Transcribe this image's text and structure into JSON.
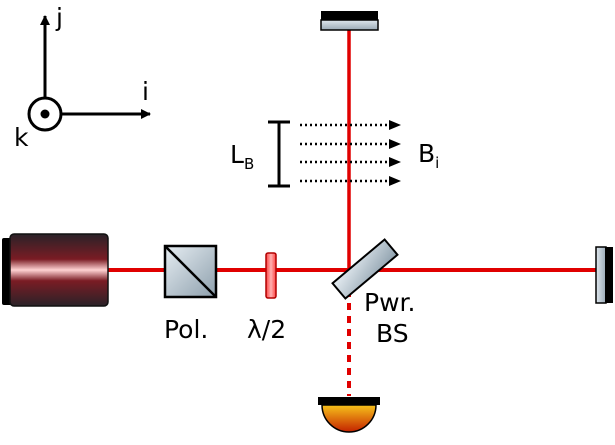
{
  "axes": {
    "j": "j",
    "i": "i",
    "k": "k"
  },
  "field_region": {
    "length_label": "L",
    "length_sub": "B",
    "field_label": "B",
    "field_sub": "i"
  },
  "components": {
    "polarizer": "Pol.",
    "waveplate": "λ/2",
    "beamsplitter_line1": "Pwr.",
    "beamsplitter_line2": "BS"
  },
  "colors": {
    "beam": "#e00000",
    "laser_body": "#2a2228",
    "optic_fill": "#aab8c3",
    "waveplate_fill": "#ff6b6b",
    "detector_top": "#f4b400",
    "detector_bottom": "#c22000"
  },
  "icons": {
    "laser": "laser-source-icon",
    "polarizer": "polarizing-cube-icon",
    "waveplate": "half-wave-plate-icon",
    "beamsplitter": "beamsplitter-icon",
    "mirror": "mirror-icon",
    "detector": "photodetector-icon"
  }
}
